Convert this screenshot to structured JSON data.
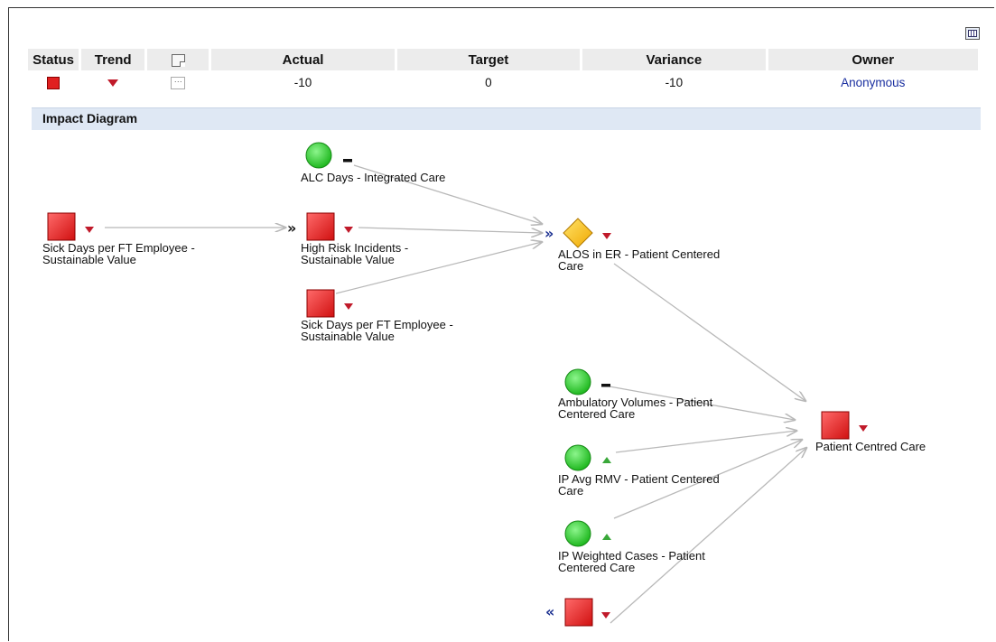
{
  "table": {
    "headers": {
      "status": "Status",
      "trend": "Trend",
      "notes_icon": "note-icon",
      "actual": "Actual",
      "target": "Target",
      "variance": "Variance",
      "owner": "Owner"
    },
    "row": {
      "status": "red-square",
      "trend": "down",
      "notes_button": "···",
      "actual": "-10",
      "target": "0",
      "variance": "-10",
      "owner": "Anonymous"
    }
  },
  "section": {
    "title": "Impact Diagram"
  },
  "diagram": {
    "nodes": {
      "alc_days": {
        "line1": "ALC Days - Integrated Care",
        "line2": "",
        "status": "green",
        "trend": "flat"
      },
      "sick_days_left": {
        "line1": "Sick Days per FT Employee -",
        "line2": "Sustainable Value",
        "status": "red",
        "trend": "down"
      },
      "high_risk": {
        "line1": "High Risk Incidents -",
        "line2": "Sustainable Value",
        "status": "red",
        "trend": "down"
      },
      "sick_days_mid": {
        "line1": "Sick Days per FT Employee -",
        "line2": "Sustainable Value",
        "status": "red",
        "trend": "down"
      },
      "alos_er": {
        "line1": "ALOS in ER - Patient Centered",
        "line2": "Care",
        "status": "yellow",
        "trend": "down"
      },
      "ambulatory": {
        "line1": "Ambulatory Volumes - Patient",
        "line2": "Centered Care",
        "status": "green",
        "trend": "flat"
      },
      "ip_avg_rmv": {
        "line1": "IP Avg RMV - Patient Centered",
        "line2": "Care",
        "status": "green",
        "trend": "up"
      },
      "ip_weighted": {
        "line1": "IP Weighted Cases - Patient",
        "line2": "Centered Care",
        "status": "green",
        "trend": "up"
      },
      "bottom_node": {
        "line1": "",
        "line2": "",
        "status": "red",
        "trend": "down"
      },
      "patient_centred": {
        "line1": "Patient Centred Care",
        "line2": "",
        "status": "red",
        "trend": "down"
      }
    },
    "colors": {
      "red": "#e8252b",
      "green": "#2fd22f",
      "yellow": "#f5b800",
      "trend_down": "#c01a2a",
      "trend_up": "#3aa83a",
      "arrow": "#b8b8b8"
    }
  }
}
